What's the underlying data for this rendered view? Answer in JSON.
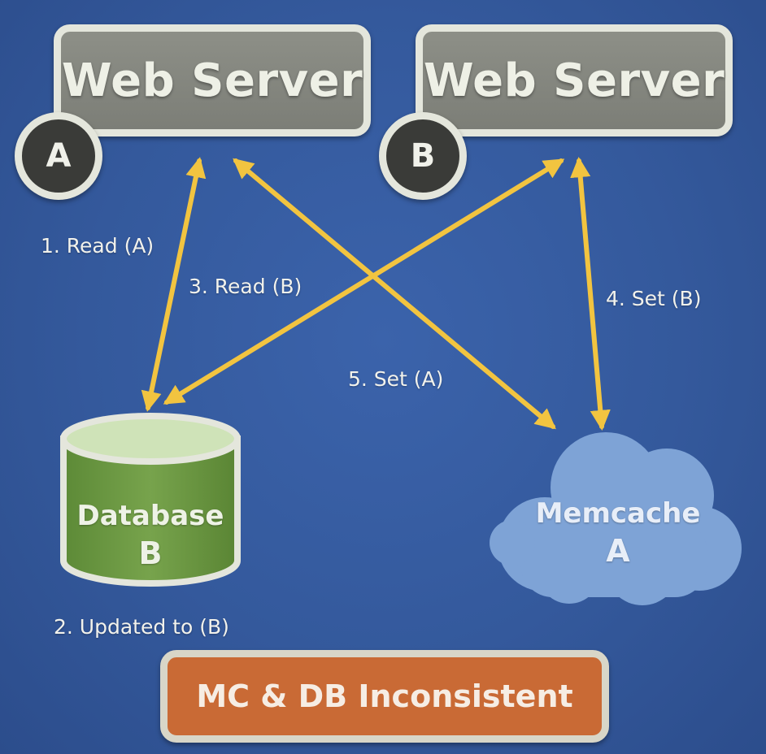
{
  "servers": [
    {
      "title": "Web Server",
      "badge": "A"
    },
    {
      "title": "Web Server",
      "badge": "B"
    }
  ],
  "database": {
    "label": "Database",
    "value": "B",
    "color": "#6f9a45"
  },
  "memcache": {
    "label": "Memcache",
    "value": "A",
    "color": "#7ea3d6"
  },
  "steps": [
    {
      "label": "1. Read (A)",
      "from": "database",
      "to": "server_a"
    },
    {
      "label": "2. Updated to (B)",
      "target": "database"
    },
    {
      "label": "3. Read (B)",
      "from": "database",
      "to": "server_b"
    },
    {
      "label": "4. Set (B)",
      "from": "server_b",
      "to": "memcache"
    },
    {
      "label": "5. Set (A)",
      "from": "server_a",
      "to": "memcache"
    }
  ],
  "result": {
    "label": "MC & DB Inconsistent",
    "color": "#c96a35"
  },
  "colors": {
    "background": "#355a9e",
    "arrow": "#f2c440",
    "server": "#85877f"
  }
}
